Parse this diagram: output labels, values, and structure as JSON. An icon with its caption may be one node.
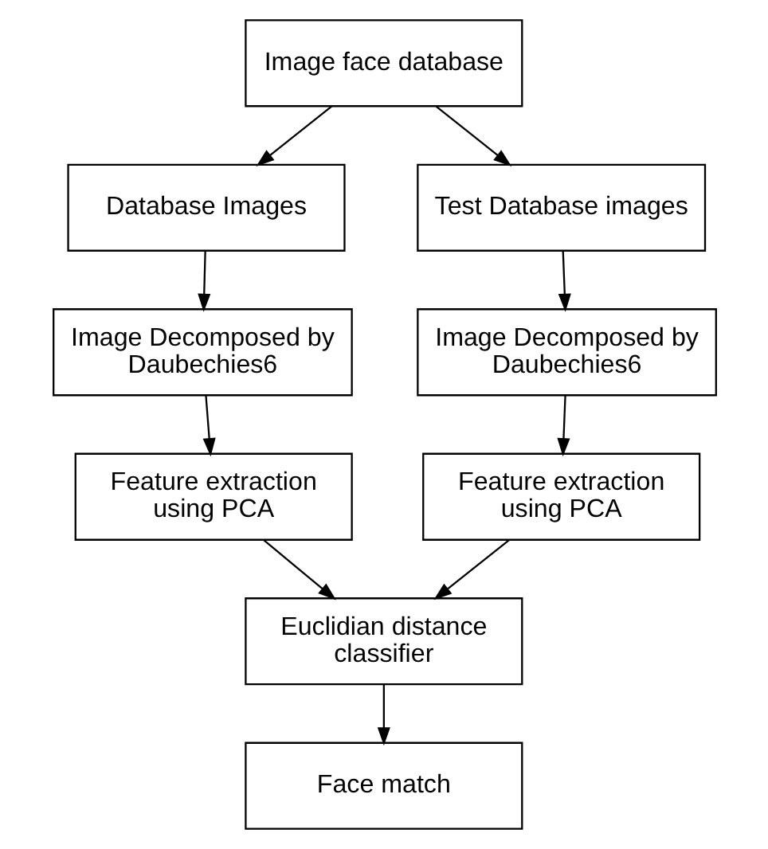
{
  "diagram": {
    "nodes": [
      {
        "text": [
          "Image face database"
        ]
      },
      {
        "text": [
          "Database Images"
        ]
      },
      {
        "text": [
          "Test Database images"
        ]
      },
      {
        "text": [
          "Image Decomposed by Daubechies6"
        ]
      },
      {
        "text": [
          "Image Decomposed by Daubechies6"
        ]
      },
      {
        "text": [
          "Feature extraction using PCA"
        ]
      },
      {
        "text": [
          "Feature extraction using PCA"
        ]
      },
      {
        "text": [
          "Euclidian distance classifier"
        ]
      },
      {
        "text": [
          "Face match"
        ]
      }
    ],
    "edges": [
      {
        "from": 0,
        "to": 1,
        "arrow": "to"
      },
      {
        "from": 0,
        "to": 2,
        "arrow": "to"
      },
      {
        "from": 1,
        "to": 3,
        "arrow": "to"
      },
      {
        "from": 2,
        "to": 4,
        "arrow": "to"
      },
      {
        "from": 3,
        "to": 5,
        "arrow": "to"
      },
      {
        "from": 4,
        "to": 6,
        "arrow": "to"
      },
      {
        "from": 5,
        "to": 7,
        "arrow": "to"
      },
      {
        "from": 6,
        "to": 7,
        "arrow": "to"
      },
      {
        "from": 7,
        "to": 8,
        "arrow": "to"
      }
    ]
  }
}
